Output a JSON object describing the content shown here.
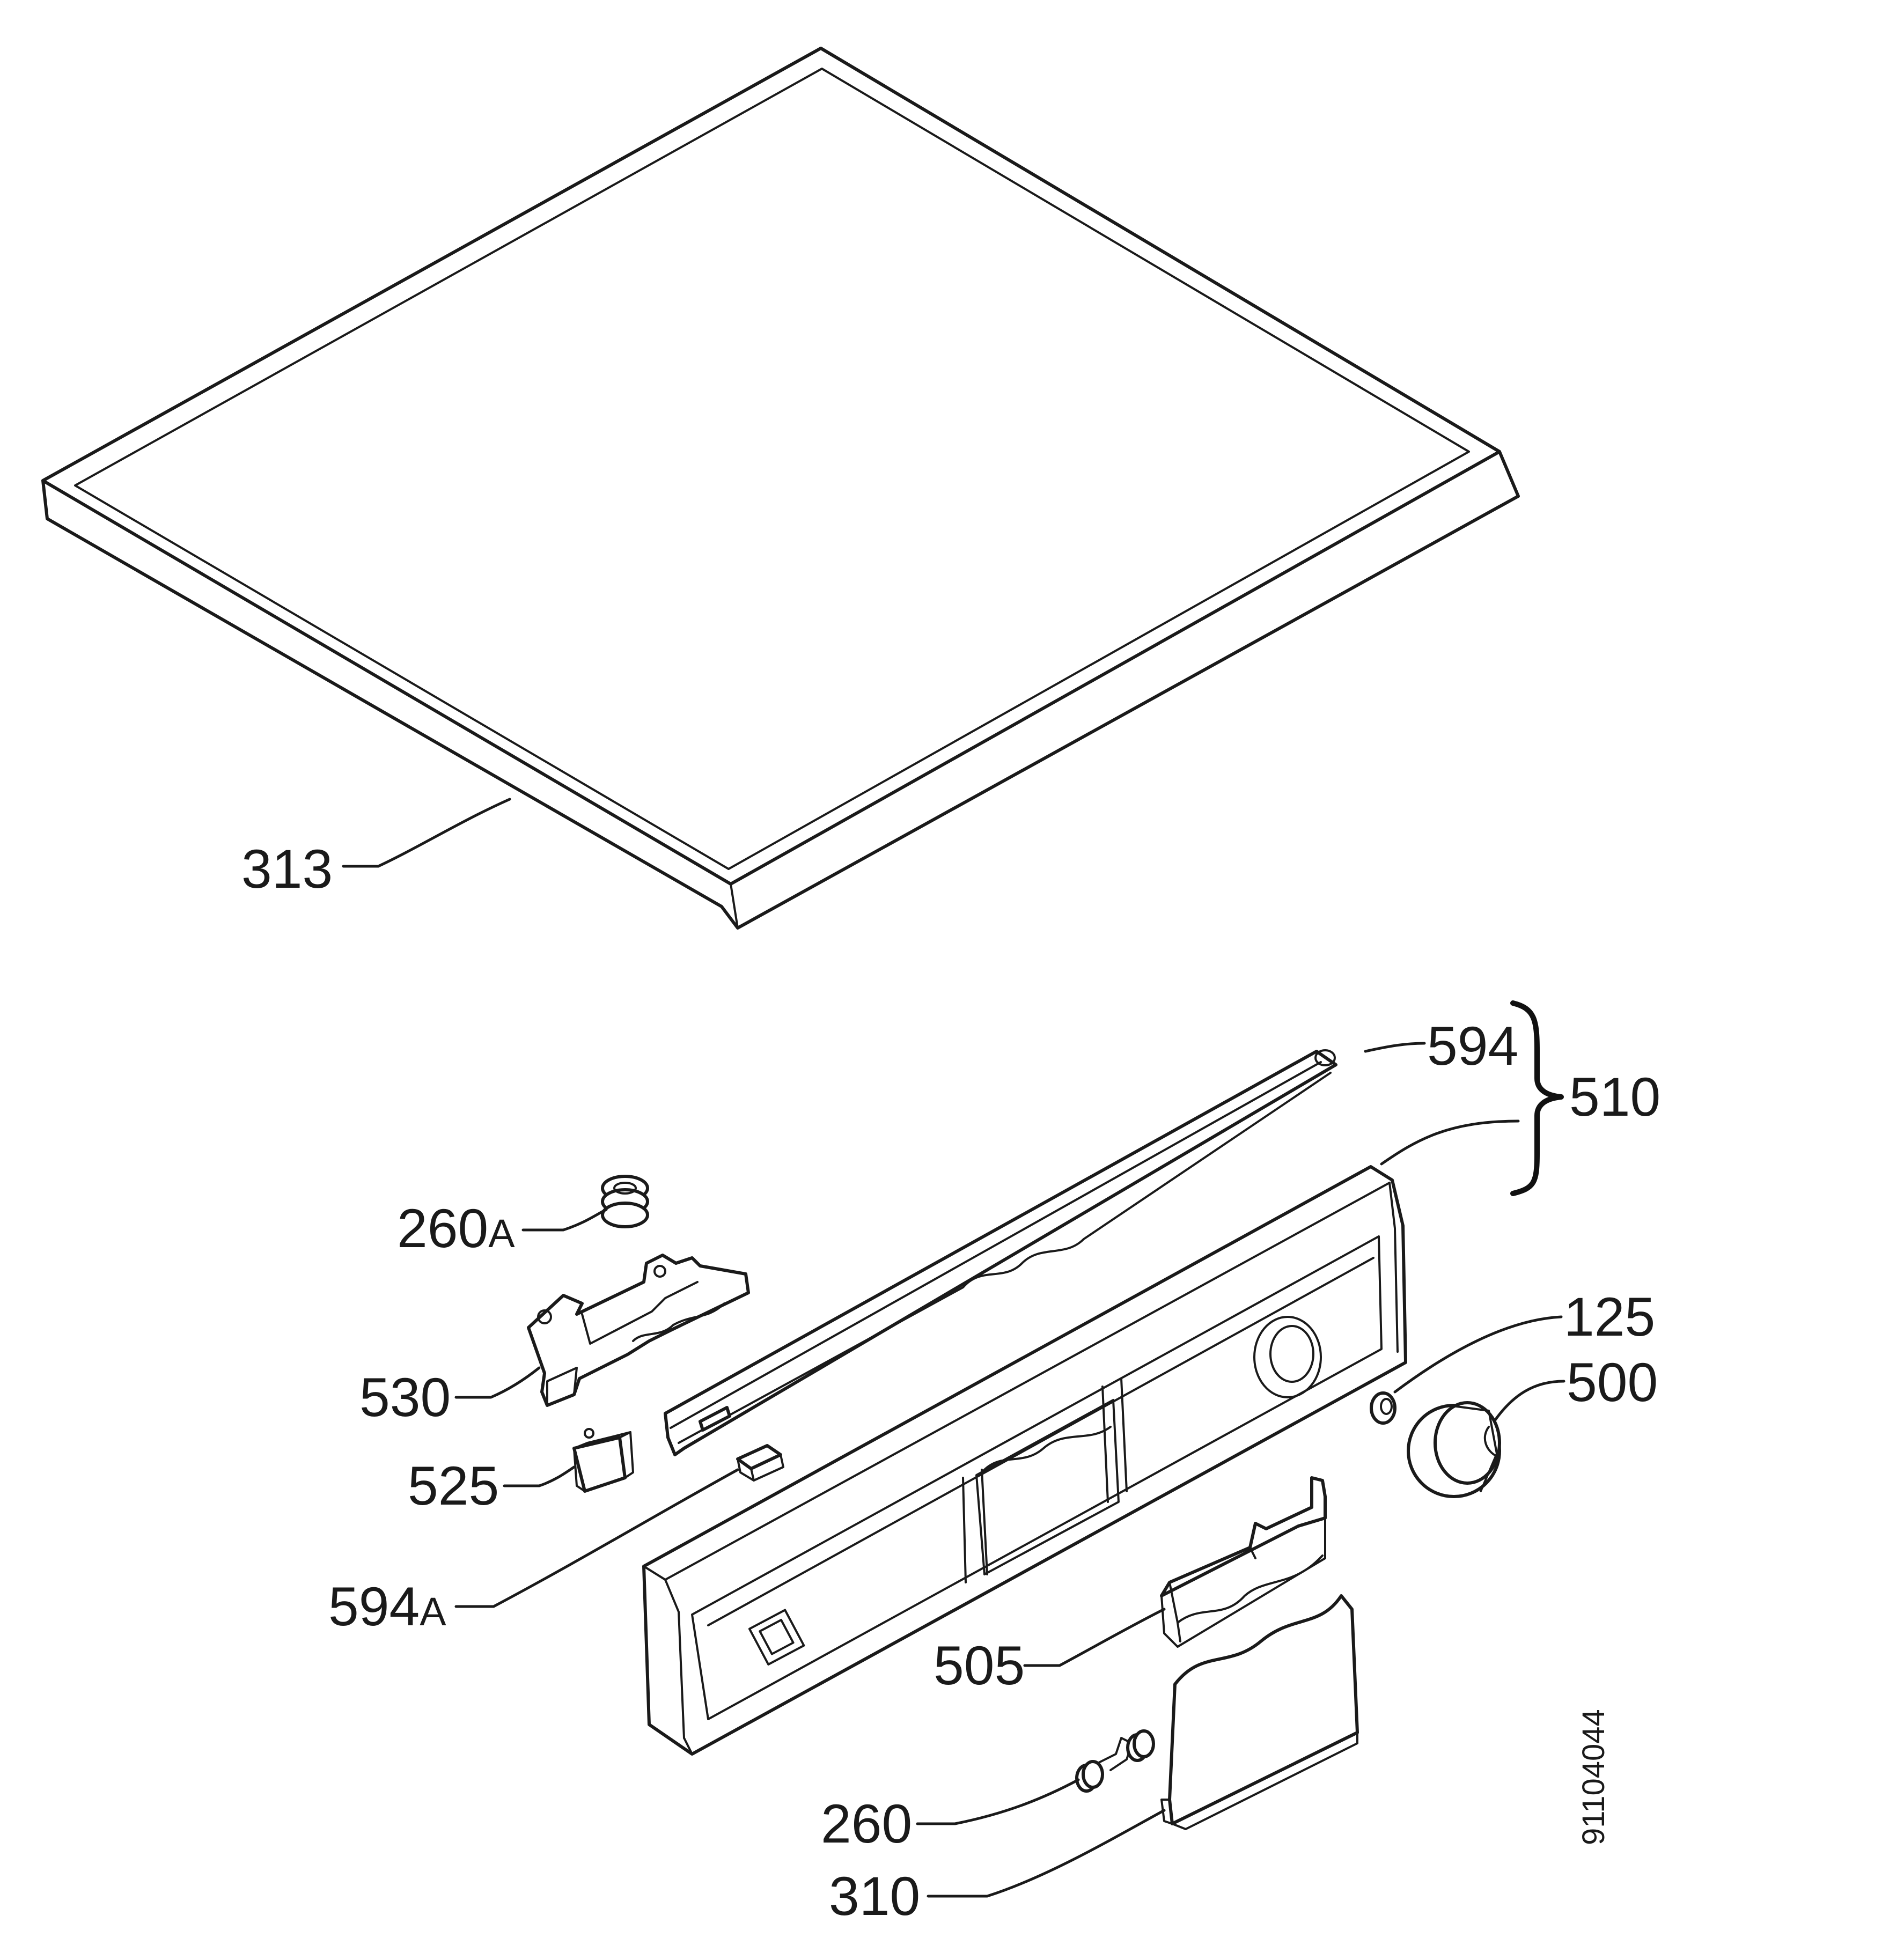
{
  "callouts": {
    "lid": "313",
    "trim_strip": "594",
    "panel_assembly": "510",
    "spring_a": "260",
    "spring_a_suffix": "A",
    "bracket": "530",
    "indicator_lamp": "525",
    "clip": "594",
    "clip_suffix": "A",
    "knob_bushing": "125",
    "knob": "500",
    "flap_hinge": "505",
    "spring": "260",
    "flap": "310"
  },
  "drawing_number": "91104044"
}
